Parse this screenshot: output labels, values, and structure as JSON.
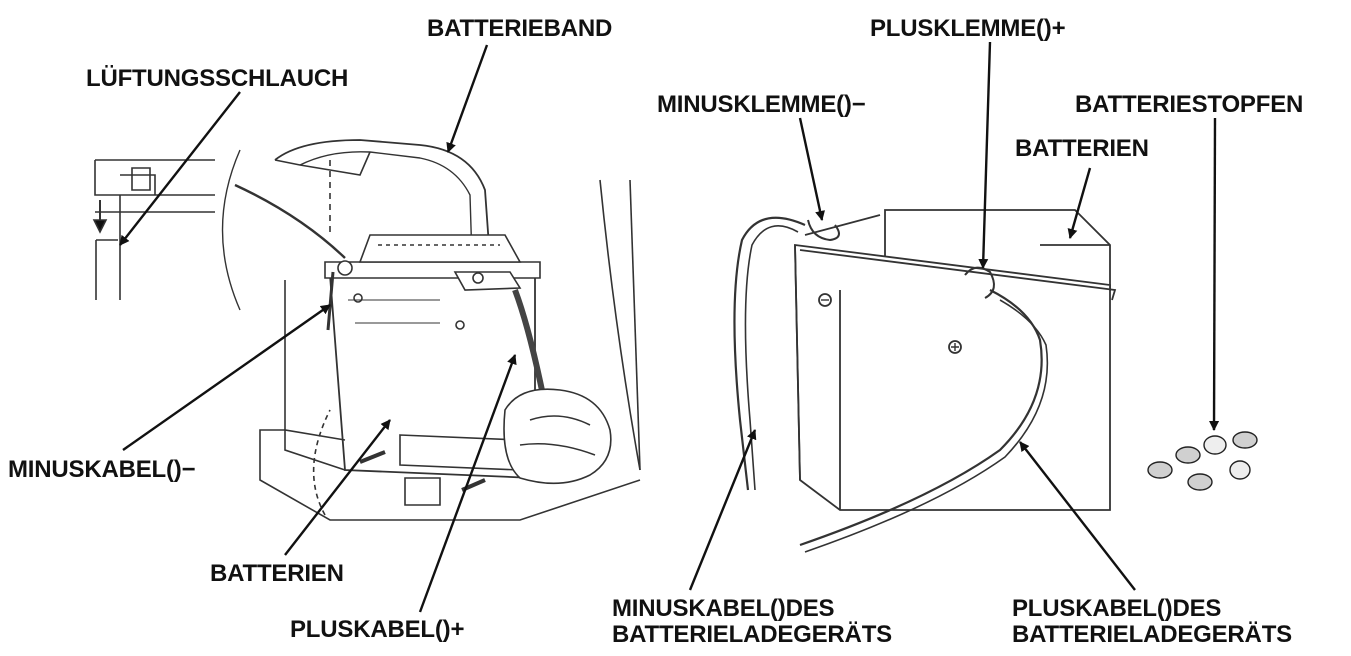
{
  "labels": {
    "batterieband": "BATTERIEBAND",
    "lueftungsschlauch": "LÜFTUNGSSCHLAUCH",
    "minuskabel": "MINUSKABEL()−",
    "batterien_left": "BATTERIEN",
    "pluskabel": "PLUSKABEL()+",
    "plusklemme": "PLUSKLEMME()+",
    "minusklemme": "MINUSKLEMME()−",
    "batteriestopfen": "BATTERIESTOPFEN",
    "batterien_right": "BATTERIEN",
    "minuskabel_ladegeraet_1": "MINUSKABEL()DES",
    "minuskabel_ladegeraet_2": "BATTERIELADEGERÄTS",
    "pluskabel_ladegeraet_1": "PLUSKABEL()DES",
    "pluskabel_ladegeraet_2": "BATTERIELADEGERÄTS"
  },
  "colors": {
    "ink": "#111111",
    "line": "#3a3a3a",
    "shade": "#c8c8c8"
  }
}
